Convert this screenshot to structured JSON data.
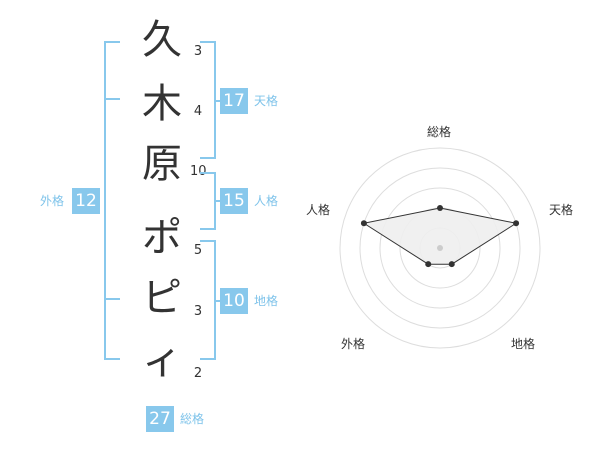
{
  "characters": [
    {
      "char": "久",
      "strokes": "3"
    },
    {
      "char": "木",
      "strokes": "4"
    },
    {
      "char": "原",
      "strokes": "10"
    },
    {
      "char": "ポ",
      "strokes": "5"
    },
    {
      "char": "ピ",
      "strokes": "3"
    },
    {
      "char": "ィ",
      "strokes": "2"
    }
  ],
  "fortunes": {
    "tenkaku": {
      "label": "天格",
      "value": "17"
    },
    "jinkaku": {
      "label": "人格",
      "value": "15"
    },
    "chikaku": {
      "label": "地格",
      "value": "10"
    },
    "gaikaku": {
      "label": "外格",
      "value": "12"
    },
    "soukaku": {
      "label": "総格",
      "value": "27"
    }
  },
  "radar": {
    "axes": [
      "総格",
      "天格",
      "地格",
      "外格",
      "人格"
    ],
    "max_level": 5,
    "levels": [
      2,
      4,
      1,
      1,
      4
    ],
    "colors": {
      "ring": "#dddddd",
      "fill": "#eeeeee",
      "line": "#333333",
      "point": "#333333",
      "center": "#cccccc"
    }
  },
  "colors": {
    "accent": "#88c8ec",
    "label": "#7ec3ea",
    "text": "#333333"
  }
}
